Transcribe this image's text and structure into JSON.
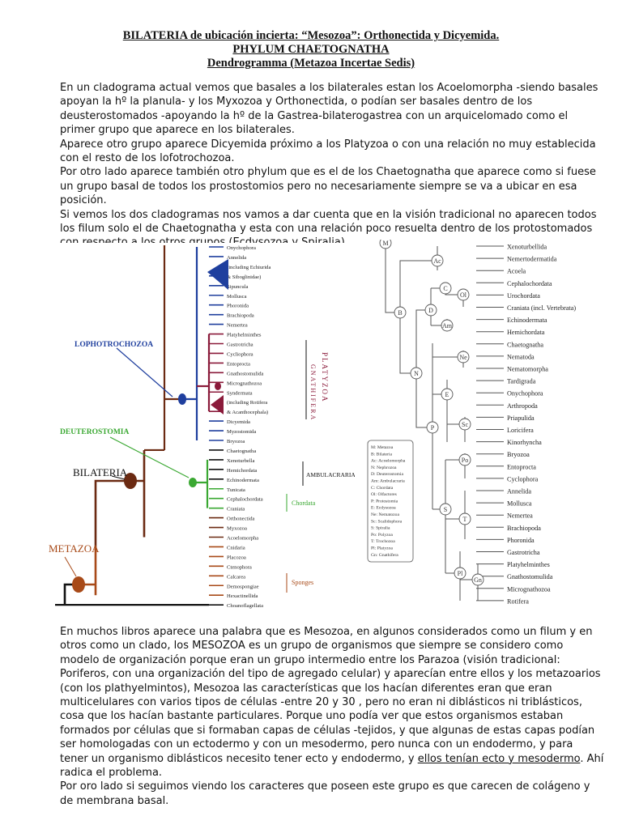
{
  "header": {
    "line1": "BILATERIA de ubicación incierta: “Mesozoa”: Orthonectida y Dicyemida.",
    "line2": "PHYLUM CHAETOGNATHA",
    "line3": "Dendrogramma (Metazoa Incertae Sedis)"
  },
  "intro_paragraphs": [
    "En un cladograma actual vemos que basales a los bilaterales estan los Acoelomorpha -siendo basales apoyan la hº la planula- y los Myxozoa y Orthonectida, o podían ser basales dentro de los deusterostomados -apoyando la hº de la Gastrea-bilaterogastrea con un arquicelomado como el primer grupo que aparece en los bilaterales.",
    "Aparece otro grupo aparece Dicyemida próximo a los Platyzoa o con una relación no muy establecida con el resto de los lofotrochozoa.",
    "Por otro lado aparece también otro phylum que es el de los Chaetognatha que aparece como si fuese un grupo basal de todos los prostostomios pero no necesariamente siempre se va a ubicar en esa posición.",
    "Si vemos los dos cladogramas nos vamos a dar cuenta que en la visión tradicional no aparecen todos los filum solo el de Chaetognatha y esta con una relación poco resuelta dentro de los protostomados con respecto a los otros grupos (Ecdysozoa y Spiralia)."
  ],
  "left_tree": {
    "taxa": [
      "Onychophora",
      "Annelida",
      "(including Echiurida",
      "& Siboglinidae)",
      "Sipuncula",
      "Mollusca",
      "Phoronida",
      "Brachiopoda",
      "Nemertea",
      "Platyhelminthes",
      "Gastrotricha",
      "Cycliophora",
      "Entoprocta",
      "Gnathostomulida",
      "Micrognathozoa",
      "Syndermata",
      "(including Rotifera",
      "& Acanthocephala)",
      "Dicyemida",
      "Myzostomida",
      "Bryozoa",
      "Chaetognatha",
      "Xenoturbella",
      "Hemichordata",
      "Echinodermata",
      "Tunicata",
      "Cephalochordata",
      "Craniata",
      "Orthonectida",
      "Myxozoa",
      "Acoelomorpha",
      "Cnidaria",
      "Placozoa",
      "Ctenophora",
      "Calcarea",
      "Demospongiae",
      "Hexactinellida",
      "Choanoflagellata"
    ],
    "labels": {
      "lophotrochozoa": "LOPHOTROCHOZOA",
      "deuterostomia": "DEUTEROSTOMIA",
      "bilateria": "BILATERIA",
      "metazoa": "METAZOA",
      "platyzoa": "PLATYZOA",
      "gnathifera": "GNATHIFERA",
      "ambulacraria": "AMBULACRARIA",
      "chordata": "Chordata",
      "sponges": "Sponges"
    },
    "colors": {
      "lopho": "#1f3f9e",
      "platyzoa": "#8a1a3a",
      "deutero": "#3aa832",
      "bilateria": "#6b2a12",
      "metazoa": "#a84a18",
      "base": "#111111"
    }
  },
  "right_tree": {
    "taxa": [
      "Xenoturbellida",
      "Nemertodermatida",
      "Acoela",
      "Cephalochordata",
      "Urochordata",
      "Craniata (incl. Vertebrata)",
      "Echinodermata",
      "Hemichordata",
      "Chaetognatha",
      "Nematoda",
      "Nematomorpha",
      "Tardigrada",
      "Onychophora",
      "Arthropoda",
      "Priapulida",
      "Loricifera",
      "Kinorhyncha",
      "Bryozoa",
      "Entoprocta",
      "Cyclophora",
      "Annelida",
      "Mollusca",
      "Nemertea",
      "Brachiopoda",
      "Phoronida",
      "Gastrotricha",
      "Platyhelminthes",
      "Gnathostomulida",
      "Micrognathozoa",
      "Rotifera"
    ],
    "node_labels": [
      "M",
      "Ac",
      "B",
      "C",
      "Ol",
      "D",
      "Am",
      "N",
      "Ne",
      "E",
      "Sc",
      "P",
      "Po",
      "S",
      "T",
      "Pl",
      "Gn"
    ],
    "legend": [
      "M: Metazoa",
      "B: Bilateria",
      "Ac: Acoelomorpha",
      "N: Nephrozoa",
      "D: Deuterostomia",
      "Am: Ambulacraria",
      "C: Chordata",
      "Ol: Olfactores",
      "P: Protostomia",
      "E: Ecdysozoa",
      "Ne: Nematozoa",
      "Sc: Scalidophora",
      "S: Spiralia",
      "Po: Polyzoa",
      "T: Trochozoa",
      "Pl: Platyzoa",
      "Gn: Gnathifera"
    ]
  },
  "bottom_paragraphs": [
    {
      "text": "En muchos libros aparece una palabra que es Mesozoa, en algunos considerados como un filum y en otros como un clado, los MESOZOA es un grupo de organismos que siempre se considero como modelo de organización porque eran un grupo intermedio  entre los Parazoa (visión tradicional: Poriferos, con una organización del tipo de agregado celular) y aparecían entre ellos y los metazoarios (con los plathyelmintos), Mesozoa las características que los hacían diferentes eran que eran multicelulares con varios tipos de células -entre 20 y 30 , pero no eran ni diblásticos ni triblásticos, cosa que los hacían bastante particulares. Porque uno podía ver que estos organismos estaban formados por células que si formaban capas de células -tejidos, y que algunas de estas capas podían ser homologadas con un ectodermo y con un mesodermo, pero nunca con un endodermo, y para tener un organismo diblásticos necesito tener ecto y endodermo, y ",
      "underlined": "ellos tenían ecto y mesodermo",
      "after": ". Ahí radica el problema."
    },
    {
      "text": "Por oro lado si seguimos viendo los caracteres que poseen este grupo es que carecen de colágeno y de membrana basal.",
      "underlined": "",
      "after": ""
    }
  ]
}
